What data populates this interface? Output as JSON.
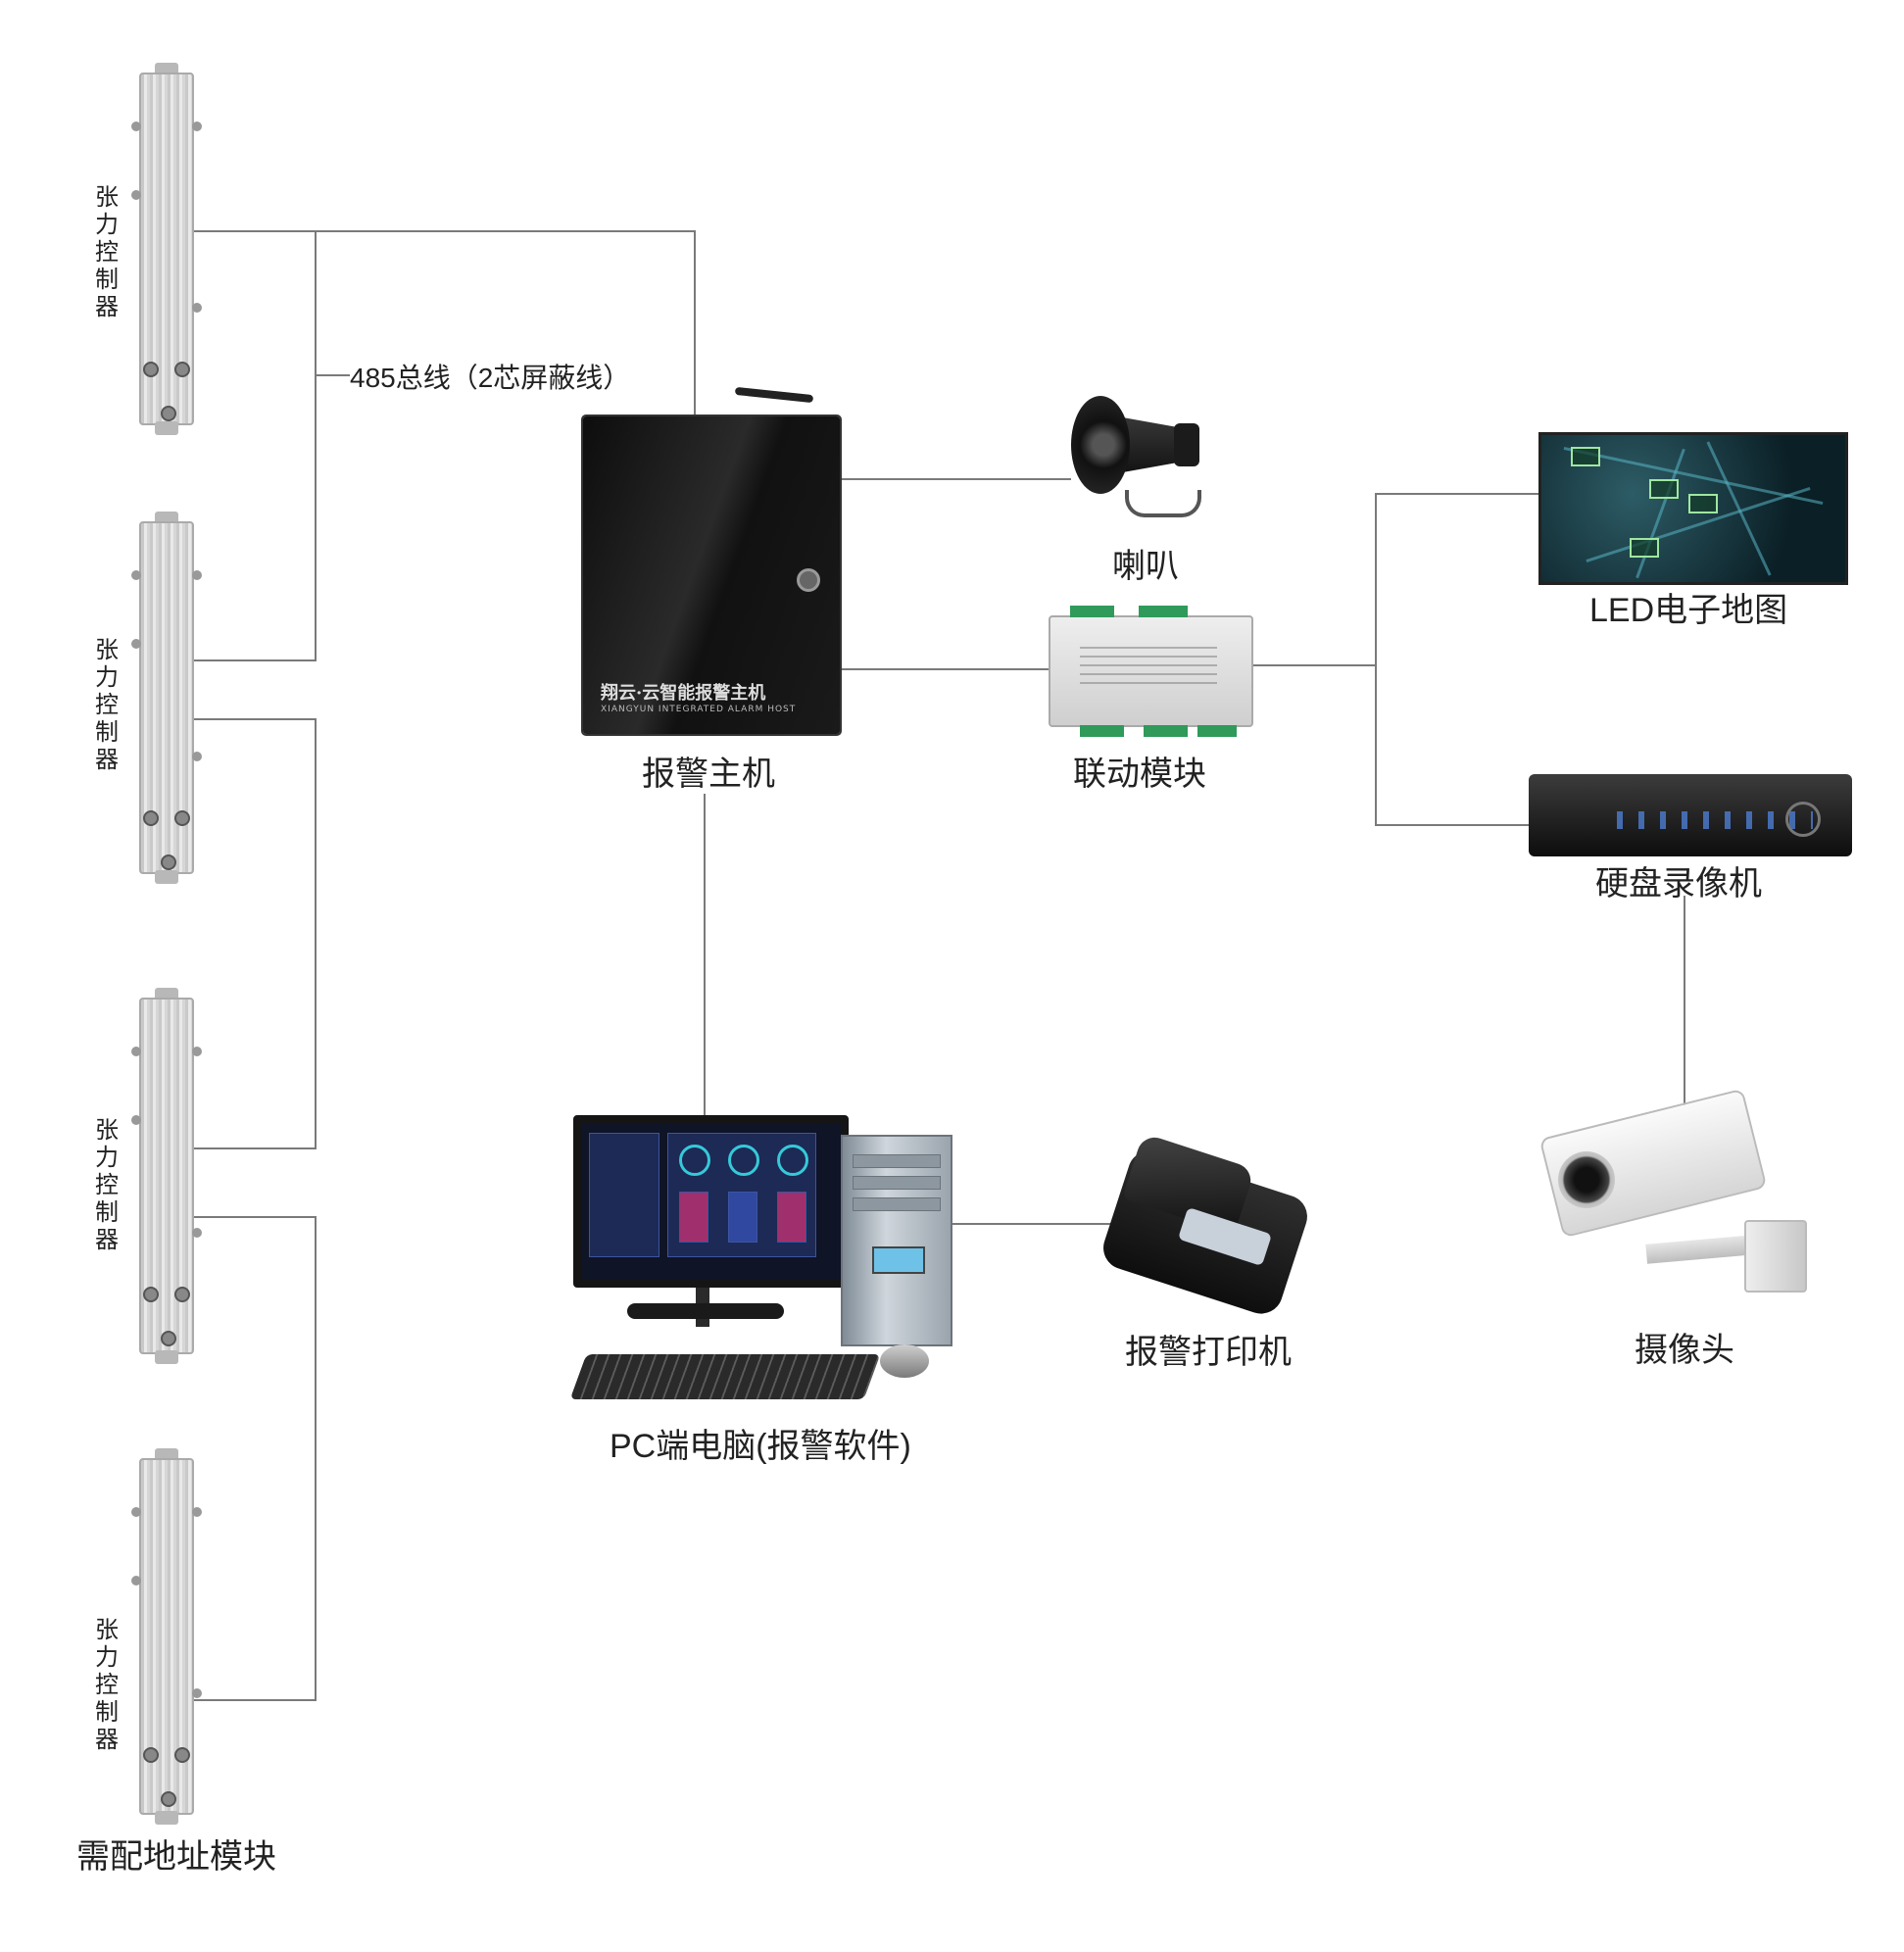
{
  "bus_label": "485总线（2芯屏蔽线）",
  "tension_controllers": [
    {
      "label": "张力控制器"
    },
    {
      "label": "张力控制器"
    },
    {
      "label": "张力控制器"
    },
    {
      "label": "张力控制器"
    }
  ],
  "address_module_note": "需配地址模块",
  "alarm_host": {
    "label": "报警主机",
    "brand_cn": "翔云·云智能报警主机",
    "brand_en": "XIANGYUN   INTEGRATED ALARM HOST"
  },
  "horn": {
    "label": "喇叭"
  },
  "linkage_module": {
    "label": "联动模块"
  },
  "led_map": {
    "label": "LED电子地图"
  },
  "dvr": {
    "label": "硬盘录像机"
  },
  "pc": {
    "label": "PC端电脑(报警软件)"
  },
  "printer": {
    "label": "报警打印机"
  },
  "camera": {
    "label": "摄像头"
  },
  "colors": {
    "wire": "#7a7a7a",
    "background": "#ffffff"
  }
}
